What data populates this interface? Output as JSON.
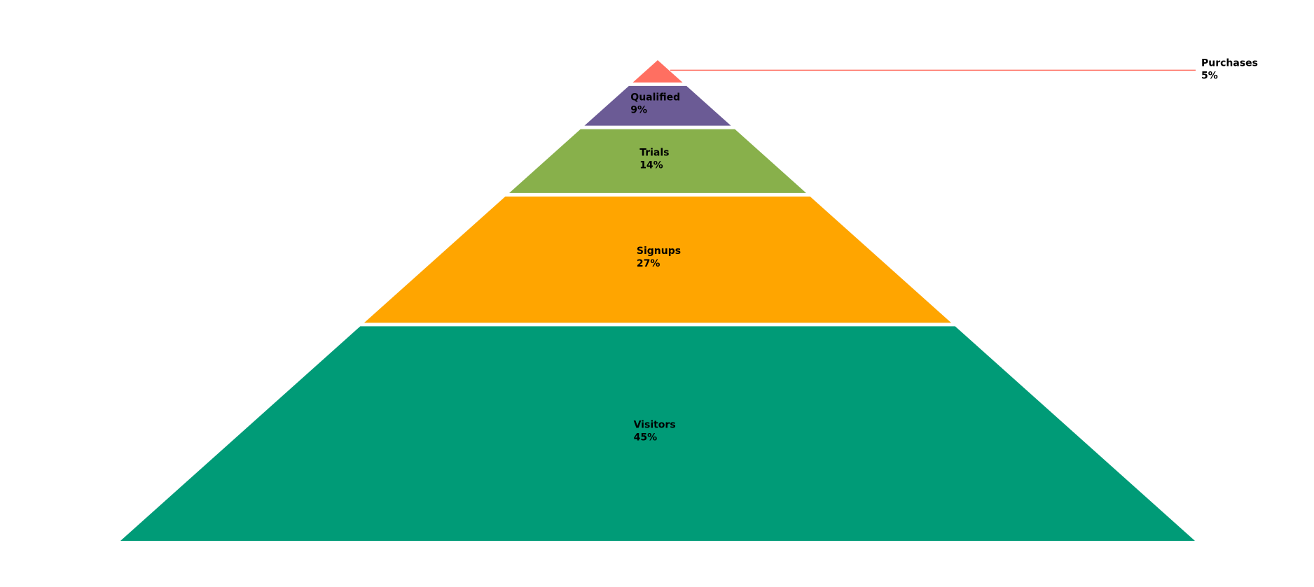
{
  "chart_data": {
    "type": "pyramid",
    "title": "",
    "order": "top-to-bottom",
    "segments": [
      {
        "name": "Purchases",
        "value": 5,
        "label": "5%",
        "color": "#FF6F61",
        "label_position": "outside-right"
      },
      {
        "name": "Qualified",
        "value": 9,
        "label": "9%",
        "color": "#6B5B95",
        "label_position": "inside"
      },
      {
        "name": "Trials",
        "value": 14,
        "label": "14%",
        "color": "#88B04B",
        "label_position": "inside"
      },
      {
        "name": "Signups",
        "value": 27,
        "label": "27%",
        "color": "#FFA500",
        "label_position": "inside"
      },
      {
        "name": "Visitors",
        "value": 45,
        "label": "45%",
        "color": "#009B77",
        "label_position": "inside"
      }
    ]
  }
}
